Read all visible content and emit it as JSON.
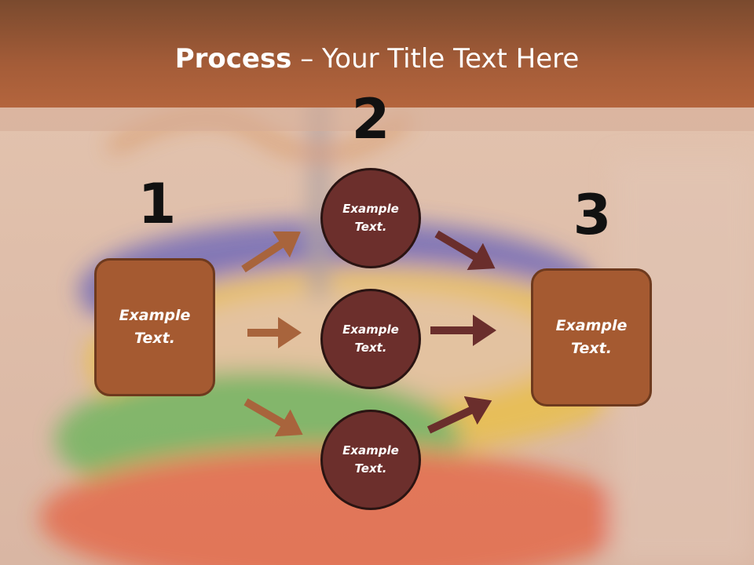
{
  "title": {
    "bold": "Process",
    "rest": " – Your Title Text Here"
  },
  "steps": {
    "one": "1",
    "two": "2",
    "three": "3"
  },
  "left_box": {
    "line1": "Example",
    "line2": "Text."
  },
  "right_box": {
    "line1": "Example",
    "line2": "Text."
  },
  "circles": [
    {
      "line1": "Example",
      "line2": "Text."
    },
    {
      "line1": "Example",
      "line2": "Text."
    },
    {
      "line1": "Example",
      "line2": "Text."
    }
  ],
  "colors": {
    "header": "#a45c38",
    "box_fill": "#a55a31",
    "circle_fill": "#6c2f2c",
    "arrow_in": "#a8643c",
    "arrow_out": "#6a2e2c"
  }
}
